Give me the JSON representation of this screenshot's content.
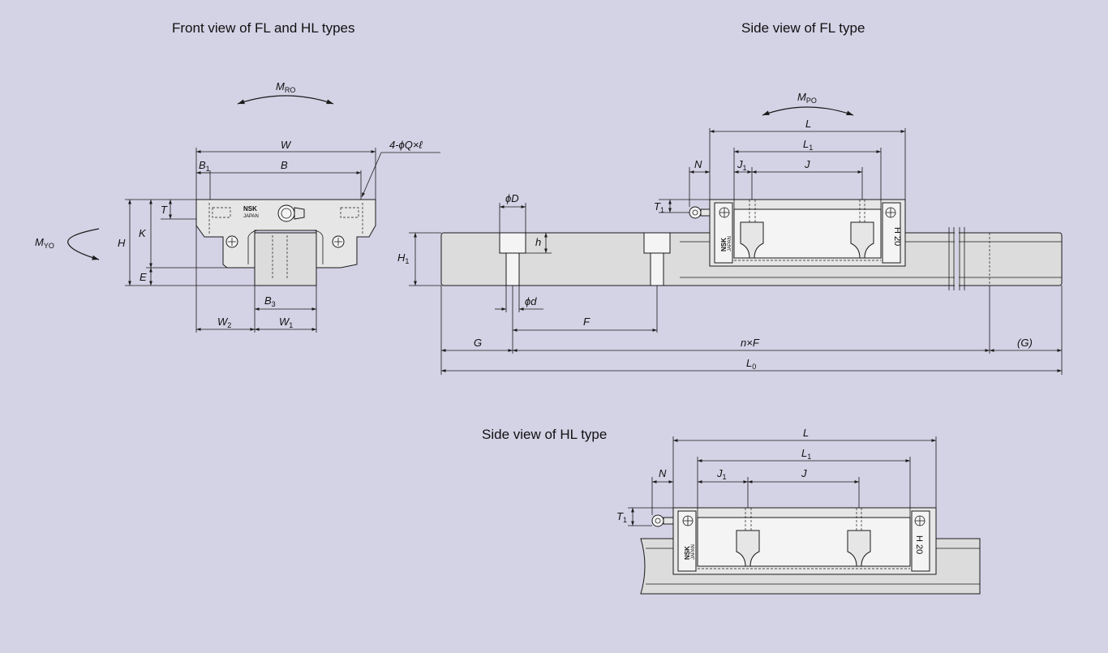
{
  "views": {
    "front": {
      "title": "Front view of FL and HL types"
    },
    "side_fl": {
      "title": "Side view of FL type"
    },
    "side_hl": {
      "title": "Side view of HL type"
    }
  },
  "brand": {
    "name": "NSK",
    "country": "JAPAN",
    "model": "H 20"
  },
  "front_labels": {
    "W": "W",
    "B": "B",
    "B1": "B",
    "B1_sub": "1",
    "hole": "4-ϕQ×ℓ",
    "T": "T",
    "H": "H",
    "K": "K",
    "E": "E",
    "B3": "B",
    "B3_sub": "3",
    "W2": "W",
    "W2_sub": "2",
    "W1": "W",
    "W1_sub": "1",
    "MRO": "M",
    "MRO_sub": "RO",
    "MYO": "M",
    "MYO_sub": "YO"
  },
  "fl_labels": {
    "MPO": "M",
    "MPO_sub": "PO",
    "L": "L",
    "L1": "L",
    "L1_sub": "1",
    "N": "N",
    "J1": "J",
    "J1_sub": "1",
    "J": "J",
    "T1": "T",
    "T1_sub": "1",
    "D": "ϕD",
    "h": "h",
    "H1": "H",
    "H1_sub": "1",
    "d": "ϕd",
    "F": "F",
    "G": "G",
    "nF": "n×F",
    "G_paren": "(G)",
    "L0": "L",
    "L0_sub": "0"
  },
  "hl_labels": {
    "L": "L",
    "L1": "L",
    "L1_sub": "1",
    "N": "N",
    "J1": "J",
    "J1_sub": "1",
    "J": "J",
    "T1": "T",
    "T1_sub": "1"
  }
}
